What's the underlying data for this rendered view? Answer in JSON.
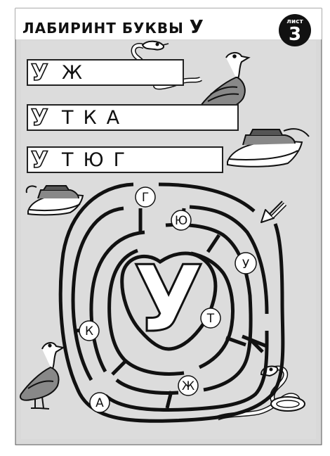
{
  "header": {
    "title": "ЛАБИРИНТ БУКВЫ",
    "title_letter": "У",
    "sheet_label": "лист",
    "sheet_number": "3"
  },
  "words": [
    {
      "first": "У",
      "rest": "Ж"
    },
    {
      "first": "У",
      "rest": "ТКА"
    },
    {
      "first": "У",
      "rest": "ТЮГ"
    }
  ],
  "maze": {
    "center_letter": "У",
    "letters": [
      "Г",
      "Ю",
      "У",
      "Т",
      "К",
      "Ж",
      "А"
    ]
  },
  "pictures": [
    "snake-picture",
    "duck-picture",
    "iron-picture"
  ],
  "colors": {
    "ink": "#111111",
    "band": "#d9d9d9",
    "paper": "#ffffff"
  }
}
